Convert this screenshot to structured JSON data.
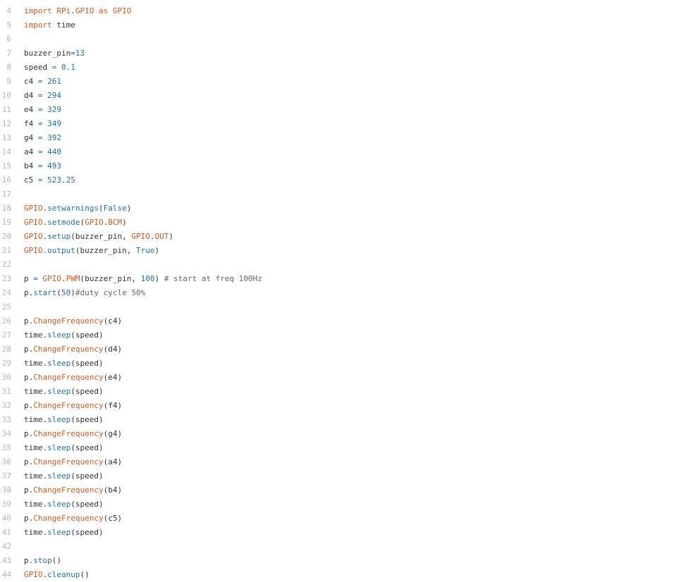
{
  "editor": {
    "lines": [
      {
        "n": "4",
        "tokens": [
          {
            "t": "import",
            "k": "kw"
          },
          {
            "t": " ",
            "k": "name"
          },
          {
            "t": "RPi",
            "k": "mod"
          },
          {
            "t": ".",
            "k": "punc"
          },
          {
            "t": "GPIO",
            "k": "mod"
          },
          {
            "t": " ",
            "k": "name"
          },
          {
            "t": "as",
            "k": "kw"
          },
          {
            "t": " ",
            "k": "name"
          },
          {
            "t": "GPIO",
            "k": "mod"
          }
        ]
      },
      {
        "n": "5",
        "tokens": [
          {
            "t": "import",
            "k": "kw"
          },
          {
            "t": " time",
            "k": "name"
          }
        ]
      },
      {
        "n": "6",
        "tokens": []
      },
      {
        "n": "7",
        "tokens": [
          {
            "t": "buzzer_pin",
            "k": "name"
          },
          {
            "t": "=",
            "k": "op"
          },
          {
            "t": "13",
            "k": "num"
          }
        ]
      },
      {
        "n": "8",
        "tokens": [
          {
            "t": "speed ",
            "k": "name"
          },
          {
            "t": "=",
            "k": "op"
          },
          {
            "t": " ",
            "k": "name"
          },
          {
            "t": "0.1",
            "k": "num"
          }
        ]
      },
      {
        "n": "9",
        "tokens": [
          {
            "t": "c4 ",
            "k": "name"
          },
          {
            "t": "=",
            "k": "op"
          },
          {
            "t": " ",
            "k": "name"
          },
          {
            "t": "261",
            "k": "num"
          }
        ]
      },
      {
        "n": "10",
        "tokens": [
          {
            "t": "d4 ",
            "k": "name"
          },
          {
            "t": "=",
            "k": "op"
          },
          {
            "t": " ",
            "k": "name"
          },
          {
            "t": "294",
            "k": "num"
          }
        ]
      },
      {
        "n": "11",
        "tokens": [
          {
            "t": "e4 ",
            "k": "name"
          },
          {
            "t": "=",
            "k": "op"
          },
          {
            "t": " ",
            "k": "name"
          },
          {
            "t": "329",
            "k": "num"
          }
        ]
      },
      {
        "n": "12",
        "tokens": [
          {
            "t": "f4 ",
            "k": "name"
          },
          {
            "t": "=",
            "k": "op"
          },
          {
            "t": " ",
            "k": "name"
          },
          {
            "t": "349",
            "k": "num"
          }
        ]
      },
      {
        "n": "13",
        "tokens": [
          {
            "t": "g4 ",
            "k": "name"
          },
          {
            "t": "=",
            "k": "op"
          },
          {
            "t": " ",
            "k": "name"
          },
          {
            "t": "392",
            "k": "num"
          }
        ]
      },
      {
        "n": "14",
        "tokens": [
          {
            "t": "a4 ",
            "k": "name"
          },
          {
            "t": "=",
            "k": "op"
          },
          {
            "t": " ",
            "k": "name"
          },
          {
            "t": "440",
            "k": "num"
          }
        ]
      },
      {
        "n": "15",
        "tokens": [
          {
            "t": "b4 ",
            "k": "name"
          },
          {
            "t": "=",
            "k": "op"
          },
          {
            "t": " ",
            "k": "name"
          },
          {
            "t": "493",
            "k": "num"
          }
        ]
      },
      {
        "n": "16",
        "tokens": [
          {
            "t": "c5 ",
            "k": "name"
          },
          {
            "t": "=",
            "k": "op"
          },
          {
            "t": " ",
            "k": "name"
          },
          {
            "t": "523.25",
            "k": "num"
          }
        ]
      },
      {
        "n": "17",
        "tokens": []
      },
      {
        "n": "18",
        "tokens": [
          {
            "t": "GPIO",
            "k": "mod"
          },
          {
            "t": ".",
            "k": "punc"
          },
          {
            "t": "setwarnings",
            "k": "call"
          },
          {
            "t": "(",
            "k": "punc"
          },
          {
            "t": "False",
            "k": "num"
          },
          {
            "t": ")",
            "k": "punc"
          }
        ]
      },
      {
        "n": "19",
        "tokens": [
          {
            "t": "GPIO",
            "k": "mod"
          },
          {
            "t": ".",
            "k": "punc"
          },
          {
            "t": "setmode",
            "k": "call"
          },
          {
            "t": "(",
            "k": "punc"
          },
          {
            "t": "GPIO",
            "k": "mod"
          },
          {
            "t": ".",
            "k": "punc"
          },
          {
            "t": "BCM",
            "k": "attr"
          },
          {
            "t": ")",
            "k": "punc"
          }
        ]
      },
      {
        "n": "20",
        "tokens": [
          {
            "t": "GPIO",
            "k": "mod"
          },
          {
            "t": ".",
            "k": "punc"
          },
          {
            "t": "setup",
            "k": "call"
          },
          {
            "t": "(buzzer_pin, ",
            "k": "punc"
          },
          {
            "t": "GPIO",
            "k": "mod"
          },
          {
            "t": ".",
            "k": "punc"
          },
          {
            "t": "OUT",
            "k": "attr"
          },
          {
            "t": ")",
            "k": "punc"
          }
        ]
      },
      {
        "n": "21",
        "tokens": [
          {
            "t": "GPIO",
            "k": "mod"
          },
          {
            "t": ".",
            "k": "punc"
          },
          {
            "t": "output",
            "k": "call"
          },
          {
            "t": "(buzzer_pin, ",
            "k": "punc"
          },
          {
            "t": "True",
            "k": "num"
          },
          {
            "t": ")",
            "k": "punc"
          }
        ]
      },
      {
        "n": "22",
        "tokens": []
      },
      {
        "n": "23",
        "tokens": [
          {
            "t": "p ",
            "k": "name"
          },
          {
            "t": "=",
            "k": "op"
          },
          {
            "t": " ",
            "k": "name"
          },
          {
            "t": "GPIO",
            "k": "mod"
          },
          {
            "t": ".",
            "k": "punc"
          },
          {
            "t": "PWM",
            "k": "attr"
          },
          {
            "t": "(buzzer_pin, ",
            "k": "punc"
          },
          {
            "t": "100",
            "k": "num"
          },
          {
            "t": ") ",
            "k": "punc"
          },
          {
            "t": "# start at freq 100Hz",
            "k": "cmt"
          }
        ]
      },
      {
        "n": "24",
        "tokens": [
          {
            "t": "p",
            "k": "name"
          },
          {
            "t": ".",
            "k": "punc"
          },
          {
            "t": "start",
            "k": "call"
          },
          {
            "t": "(",
            "k": "punc"
          },
          {
            "t": "50",
            "k": "num"
          },
          {
            "t": ")",
            "k": "punc"
          },
          {
            "t": "#duty cycle 50%",
            "k": "cmt"
          }
        ]
      },
      {
        "n": "25",
        "tokens": []
      },
      {
        "n": "26",
        "tokens": [
          {
            "t": "p",
            "k": "name"
          },
          {
            "t": ".",
            "k": "punc"
          },
          {
            "t": "ChangeFrequency",
            "k": "attr"
          },
          {
            "t": "(c4)",
            "k": "punc"
          }
        ]
      },
      {
        "n": "27",
        "tokens": [
          {
            "t": "time",
            "k": "name"
          },
          {
            "t": ".",
            "k": "punc"
          },
          {
            "t": "sleep",
            "k": "call"
          },
          {
            "t": "(speed)",
            "k": "punc"
          }
        ]
      },
      {
        "n": "28",
        "tokens": [
          {
            "t": "p",
            "k": "name"
          },
          {
            "t": ".",
            "k": "punc"
          },
          {
            "t": "ChangeFrequency",
            "k": "attr"
          },
          {
            "t": "(d4)",
            "k": "punc"
          }
        ]
      },
      {
        "n": "29",
        "tokens": [
          {
            "t": "time",
            "k": "name"
          },
          {
            "t": ".",
            "k": "punc"
          },
          {
            "t": "sleep",
            "k": "call"
          },
          {
            "t": "(speed)",
            "k": "punc"
          }
        ]
      },
      {
        "n": "30",
        "tokens": [
          {
            "t": "p",
            "k": "name"
          },
          {
            "t": ".",
            "k": "punc"
          },
          {
            "t": "ChangeFrequency",
            "k": "attr"
          },
          {
            "t": "(e4)",
            "k": "punc"
          }
        ]
      },
      {
        "n": "31",
        "tokens": [
          {
            "t": "time",
            "k": "name"
          },
          {
            "t": ".",
            "k": "punc"
          },
          {
            "t": "sleep",
            "k": "call"
          },
          {
            "t": "(speed)",
            "k": "punc"
          }
        ]
      },
      {
        "n": "32",
        "tokens": [
          {
            "t": "p",
            "k": "name"
          },
          {
            "t": ".",
            "k": "punc"
          },
          {
            "t": "ChangeFrequency",
            "k": "attr"
          },
          {
            "t": "(f4)",
            "k": "punc"
          }
        ]
      },
      {
        "n": "33",
        "tokens": [
          {
            "t": "time",
            "k": "name"
          },
          {
            "t": ".",
            "k": "punc"
          },
          {
            "t": "sleep",
            "k": "call"
          },
          {
            "t": "(speed)",
            "k": "punc"
          }
        ]
      },
      {
        "n": "34",
        "tokens": [
          {
            "t": "p",
            "k": "name"
          },
          {
            "t": ".",
            "k": "punc"
          },
          {
            "t": "ChangeFrequency",
            "k": "attr"
          },
          {
            "t": "(g4)",
            "k": "punc"
          }
        ]
      },
      {
        "n": "35",
        "tokens": [
          {
            "t": "time",
            "k": "name"
          },
          {
            "t": ".",
            "k": "punc"
          },
          {
            "t": "sleep",
            "k": "call"
          },
          {
            "t": "(speed)",
            "k": "punc"
          }
        ]
      },
      {
        "n": "36",
        "tokens": [
          {
            "t": "p",
            "k": "name"
          },
          {
            "t": ".",
            "k": "punc"
          },
          {
            "t": "ChangeFrequency",
            "k": "attr"
          },
          {
            "t": "(a4)",
            "k": "punc"
          }
        ]
      },
      {
        "n": "37",
        "tokens": [
          {
            "t": "time",
            "k": "name"
          },
          {
            "t": ".",
            "k": "punc"
          },
          {
            "t": "sleep",
            "k": "call"
          },
          {
            "t": "(speed)",
            "k": "punc"
          }
        ]
      },
      {
        "n": "38",
        "tokens": [
          {
            "t": "p",
            "k": "name"
          },
          {
            "t": ".",
            "k": "punc"
          },
          {
            "t": "ChangeFrequency",
            "k": "attr"
          },
          {
            "t": "(b4)",
            "k": "punc"
          }
        ]
      },
      {
        "n": "39",
        "tokens": [
          {
            "t": "time",
            "k": "name"
          },
          {
            "t": ".",
            "k": "punc"
          },
          {
            "t": "sleep",
            "k": "call"
          },
          {
            "t": "(speed)",
            "k": "punc"
          }
        ]
      },
      {
        "n": "40",
        "tokens": [
          {
            "t": "p",
            "k": "name"
          },
          {
            "t": ".",
            "k": "punc"
          },
          {
            "t": "ChangeFrequency",
            "k": "attr"
          },
          {
            "t": "(c5)",
            "k": "punc"
          }
        ]
      },
      {
        "n": "41",
        "tokens": [
          {
            "t": "time",
            "k": "name"
          },
          {
            "t": ".",
            "k": "punc"
          },
          {
            "t": "sleep",
            "k": "call"
          },
          {
            "t": "(speed)",
            "k": "punc"
          }
        ]
      },
      {
        "n": "42",
        "tokens": []
      },
      {
        "n": "43",
        "tokens": [
          {
            "t": "p",
            "k": "name"
          },
          {
            "t": ".",
            "k": "punc"
          },
          {
            "t": "stop",
            "k": "call"
          },
          {
            "t": "()",
            "k": "punc"
          }
        ]
      },
      {
        "n": "44",
        "tokens": [
          {
            "t": "GPIO",
            "k": "mod"
          },
          {
            "t": ".",
            "k": "punc"
          },
          {
            "t": "cleanup",
            "k": "call"
          },
          {
            "t": "()",
            "k": "punc"
          }
        ]
      }
    ]
  },
  "colors": {
    "keyword": "#d0571f",
    "number": "#1f6fa8",
    "text": "#333333",
    "line_number": "#b5b5b5",
    "background": "#ffffff"
  }
}
